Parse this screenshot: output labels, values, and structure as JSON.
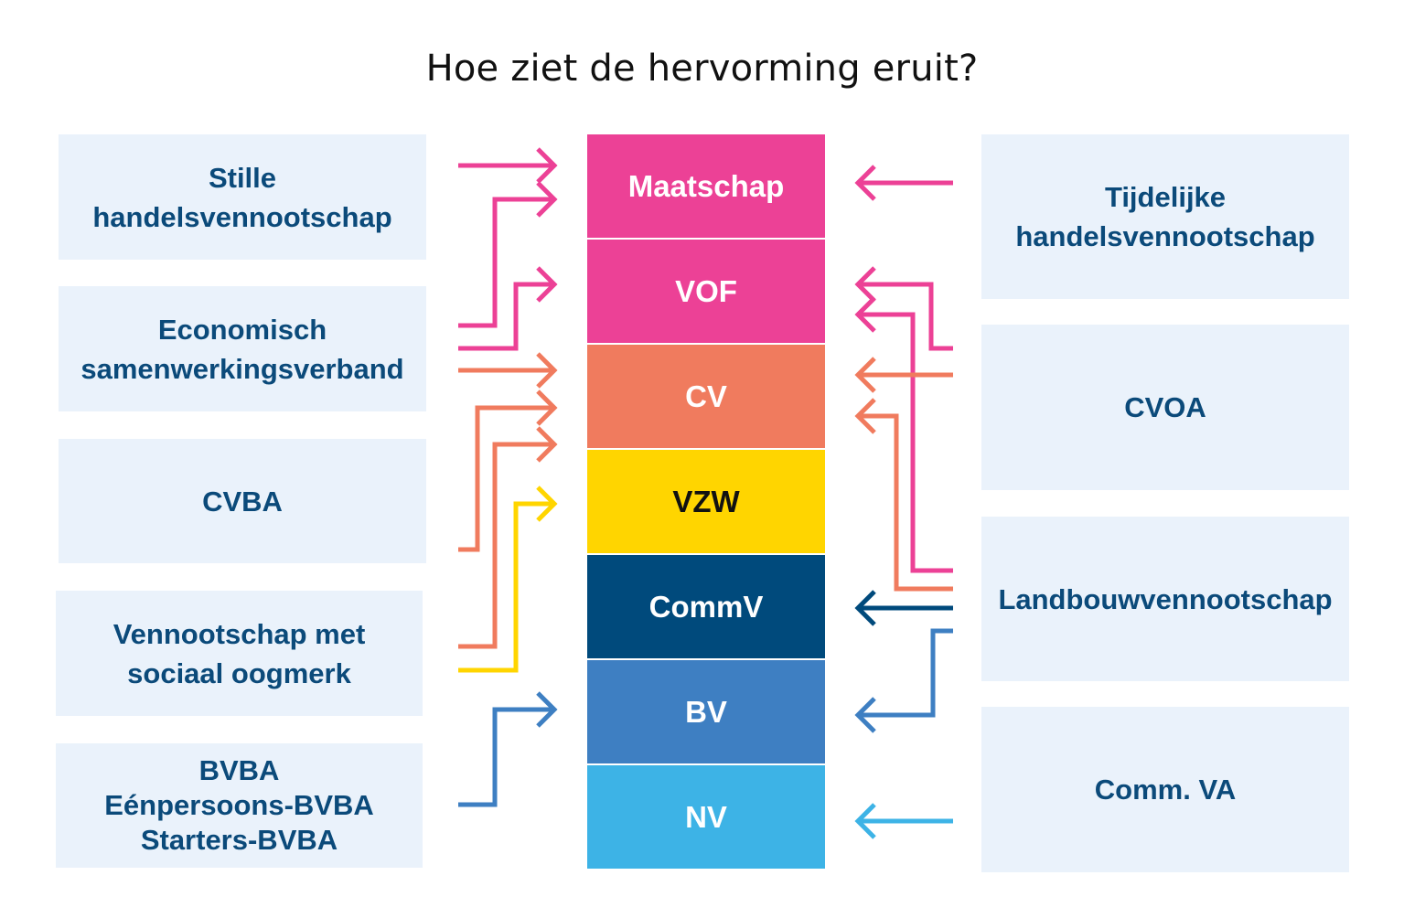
{
  "title": "Hoe ziet de hervorming eruit?",
  "colors": {
    "box_bg": "#eaf2fb",
    "box_text": "#0b4a7a",
    "maatschap": "#ec4196",
    "vof": "#ec4196",
    "cv": "#f07b5e",
    "vzw": "#ffd500",
    "commv": "#004a7c",
    "bv": "#3e7fc2",
    "nv": "#3db3e6"
  },
  "new_forms": [
    {
      "label": "Maatschap",
      "color": "#ec4196",
      "text_color": "#ffffff"
    },
    {
      "label": "VOF",
      "color": "#ec4196",
      "text_color": "#ffffff"
    },
    {
      "label": "CV",
      "color": "#f07b5e",
      "text_color": "#ffffff"
    },
    {
      "label": "VZW",
      "color": "#ffd500",
      "text_color": "#111111"
    },
    {
      "label": "CommV",
      "color": "#004a7c",
      "text_color": "#ffffff"
    },
    {
      "label": "BV",
      "color": "#3e7fc2",
      "text_color": "#ffffff"
    },
    {
      "label": "NV",
      "color": "#3db3e6",
      "text_color": "#ffffff"
    }
  ],
  "left_forms": [
    "Stille\nhandelsvennootschap",
    "Economisch\nsamenwerkingsverband",
    "CVBA",
    "Vennootschap met\nsociaal oogmerk",
    "BVBA\nEénpersoons-BVBA\nStarters-BVBA"
  ],
  "right_forms": [
    "Tijdelijke\nhandelsvennootschap",
    "CVOA",
    "Landbouwvennootschap",
    "Comm. VA"
  ]
}
